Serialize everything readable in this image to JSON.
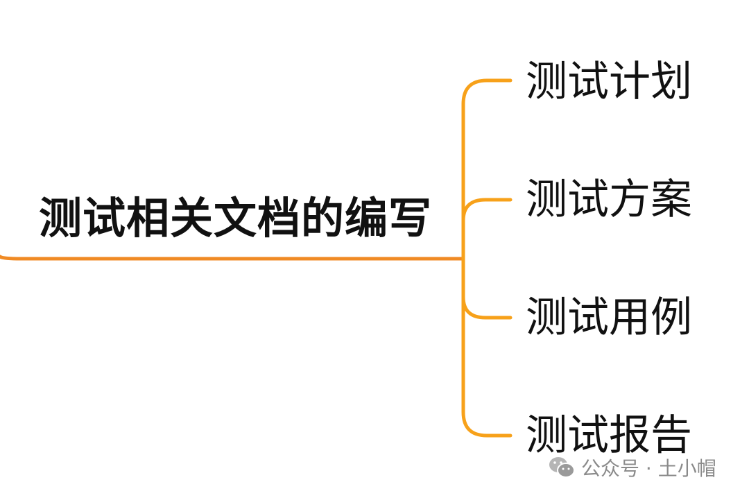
{
  "mindmap": {
    "root": {
      "label": "测试相关文档的编写"
    },
    "branches": [
      {
        "label": "测试计划"
      },
      {
        "label": "测试方案"
      },
      {
        "label": "测试用例"
      },
      {
        "label": "测试报告"
      }
    ],
    "colors": {
      "root_line": "#f08a24",
      "branch_line": "#f7a11a",
      "text": "#111111"
    }
  },
  "watermark": {
    "icon": "wechat-icon",
    "text": "公众号 · 土小帽"
  }
}
